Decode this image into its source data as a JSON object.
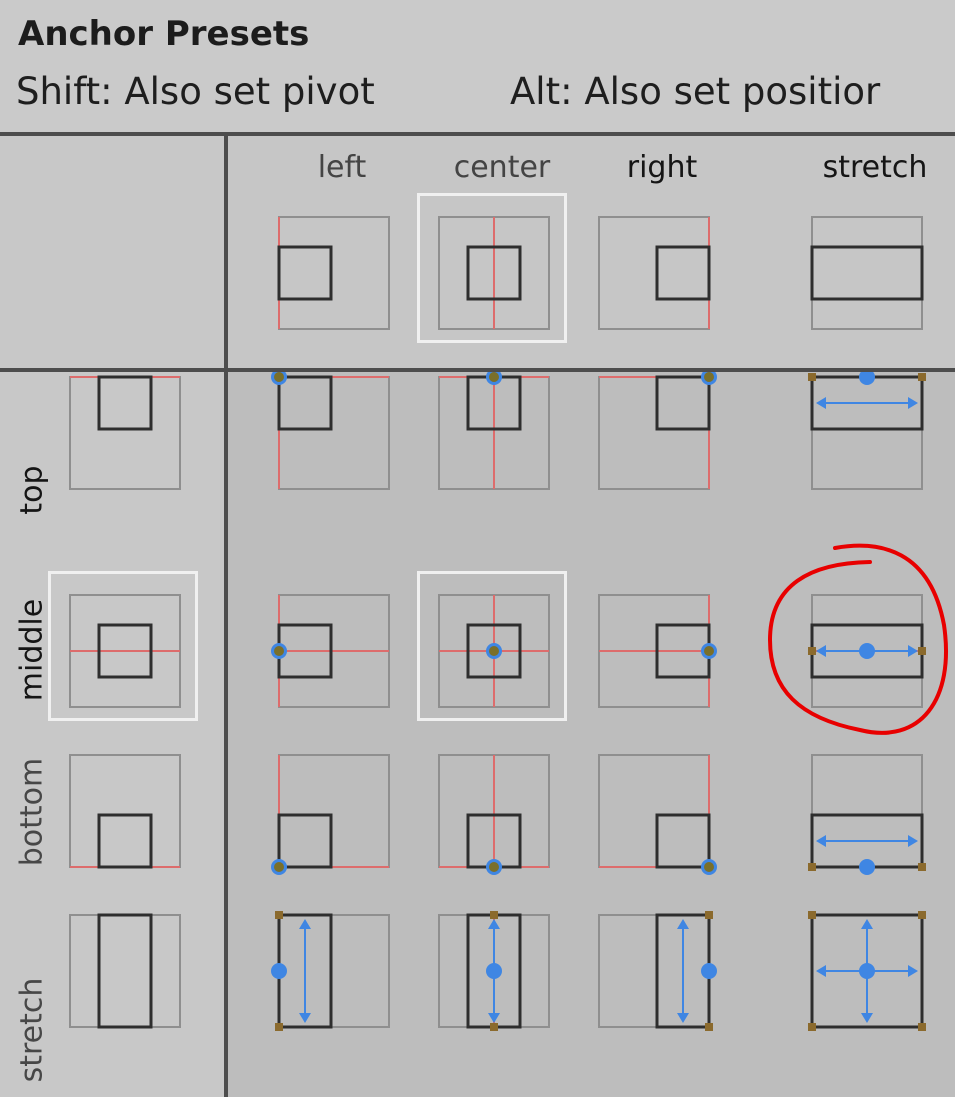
{
  "panel": {
    "title": "Anchor Presets",
    "hint_shift": "Shift: Also set pivot",
    "hint_alt": "Alt: Also set positior"
  },
  "columns": [
    {
      "id": "left",
      "label": "left",
      "emphasis": false
    },
    {
      "id": "center",
      "label": "center",
      "emphasis": false
    },
    {
      "id": "right",
      "label": "right",
      "emphasis": true
    },
    {
      "id": "stretch",
      "label": "stretch",
      "emphasis": true
    }
  ],
  "rows": [
    {
      "id": "top",
      "label": "top",
      "emphasis": true
    },
    {
      "id": "middle",
      "label": "middle",
      "emphasis": true
    },
    {
      "id": "bottom",
      "label": "bottom",
      "emphasis": false
    },
    {
      "id": "stretch",
      "label": "stretch",
      "emphasis": false
    }
  ],
  "selected": {
    "column": "center",
    "row": "middle"
  },
  "annotation": {
    "marked_preset": "middle-stretch",
    "color": "#e80000"
  },
  "colors": {
    "anchor_line": "#dd6c6c",
    "pivot_blue": "#3f86e3",
    "anchor_point_olive": "#7a6f2a",
    "anchor_handle_brown": "#8b6a2d",
    "box_outline": "#2e2e2e",
    "frame_outline": "#8f8f8f",
    "selection_frame": "#f0f0f0",
    "separator": "#4d4d4d"
  }
}
